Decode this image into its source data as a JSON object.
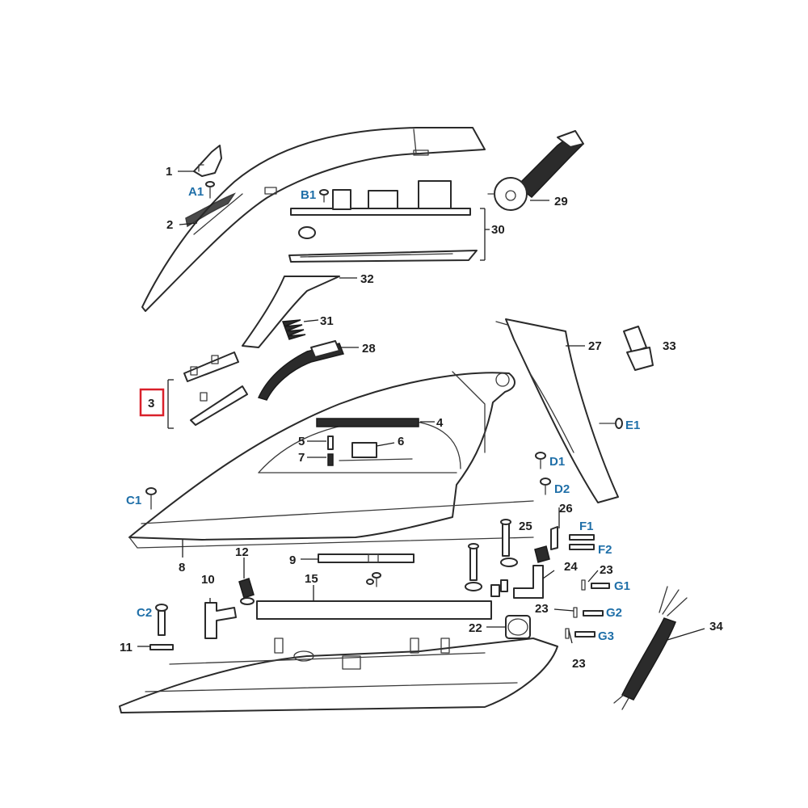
{
  "diagram": {
    "highlighted_label": "3",
    "labels": {
      "l1": "1",
      "lA1": "A1",
      "l2": "2",
      "lB1": "B1",
      "l29": "29",
      "l30": "30",
      "l32": "32",
      "l31": "31",
      "l28": "28",
      "l27": "27",
      "l33": "33",
      "l3": "3",
      "l4": "4",
      "l5": "5",
      "l6": "6",
      "l7": "7",
      "lE1": "E1",
      "lD1": "D1",
      "lD2": "D2",
      "lC1": "C1",
      "l26": "26",
      "lF1": "F1",
      "lF2": "F2",
      "l25": "25",
      "l8": "8",
      "l12": "12",
      "l9": "9",
      "l24": "24",
      "l23a": "23",
      "lG1": "G1",
      "l10": "10",
      "l15": "15",
      "l23b": "23",
      "lG2": "G2",
      "lC2": "C2",
      "l22": "22",
      "lG3": "G3",
      "l34": "34",
      "l11": "11",
      "l23c": "23"
    }
  },
  "colors": {
    "label": "#1e1e1e",
    "label_blue": "#1f6fa8",
    "highlight": "#d9202a"
  }
}
